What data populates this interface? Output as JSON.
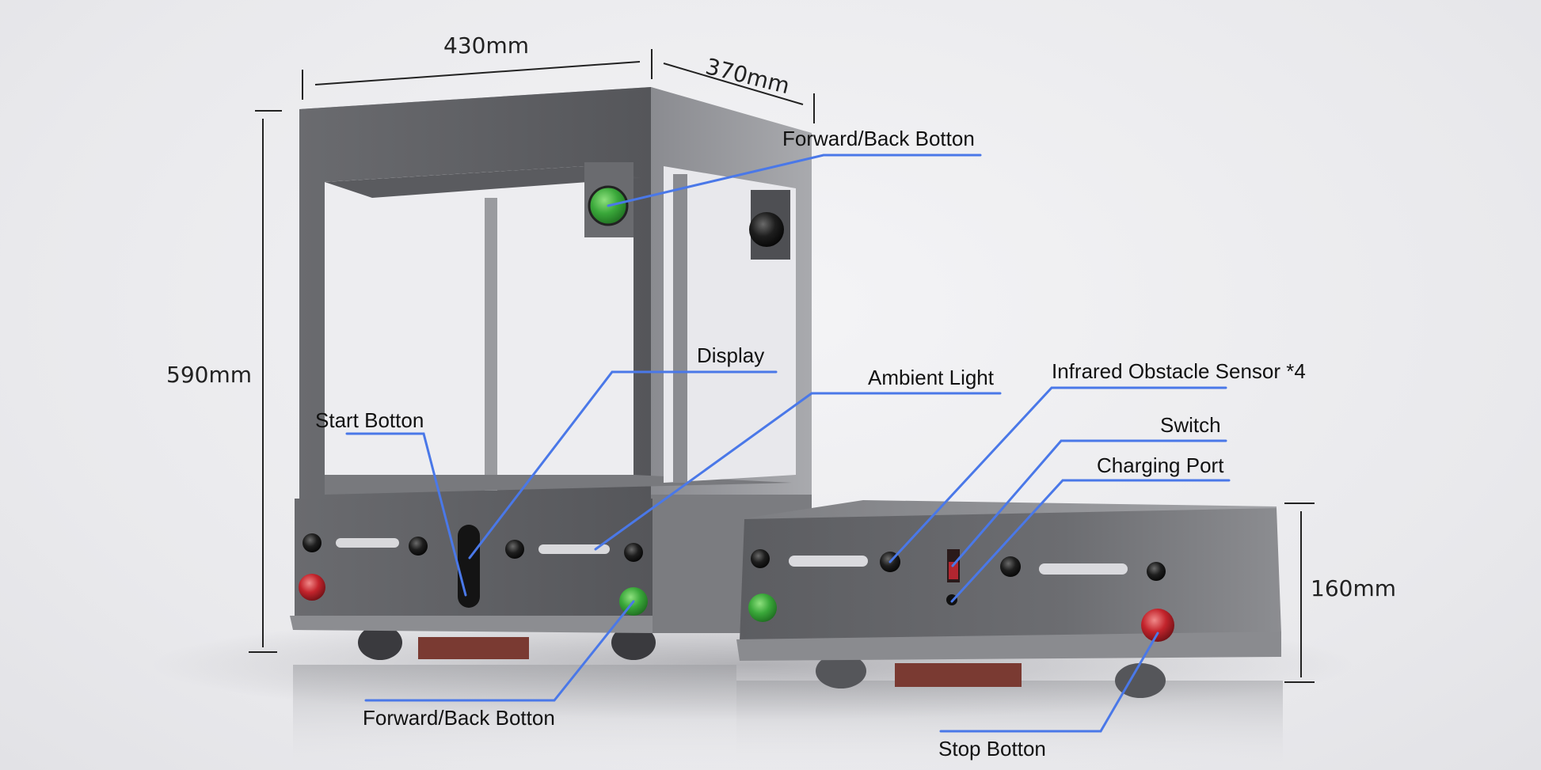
{
  "dimensions": {
    "width": "430mm",
    "depth": "370mm",
    "height": "590mm",
    "base_height": "160mm"
  },
  "callouts": {
    "forward_back_top": "Forward/Back Botton",
    "display": "Display",
    "ambient_light": "Ambient Light",
    "start_button": "Start Botton",
    "infrared_sensor": "Infrared Obstacle Sensor *4",
    "switch": "Switch",
    "charging_port": "Charging Port",
    "forward_back_bottom": "Forward/Back Botton",
    "stop_button": "Stop Botton"
  },
  "colors": {
    "callout_line": "#4a78e8",
    "body_gray": "#5e5f63",
    "green_button": "#3aa83a",
    "red_button": "#c3242c"
  }
}
